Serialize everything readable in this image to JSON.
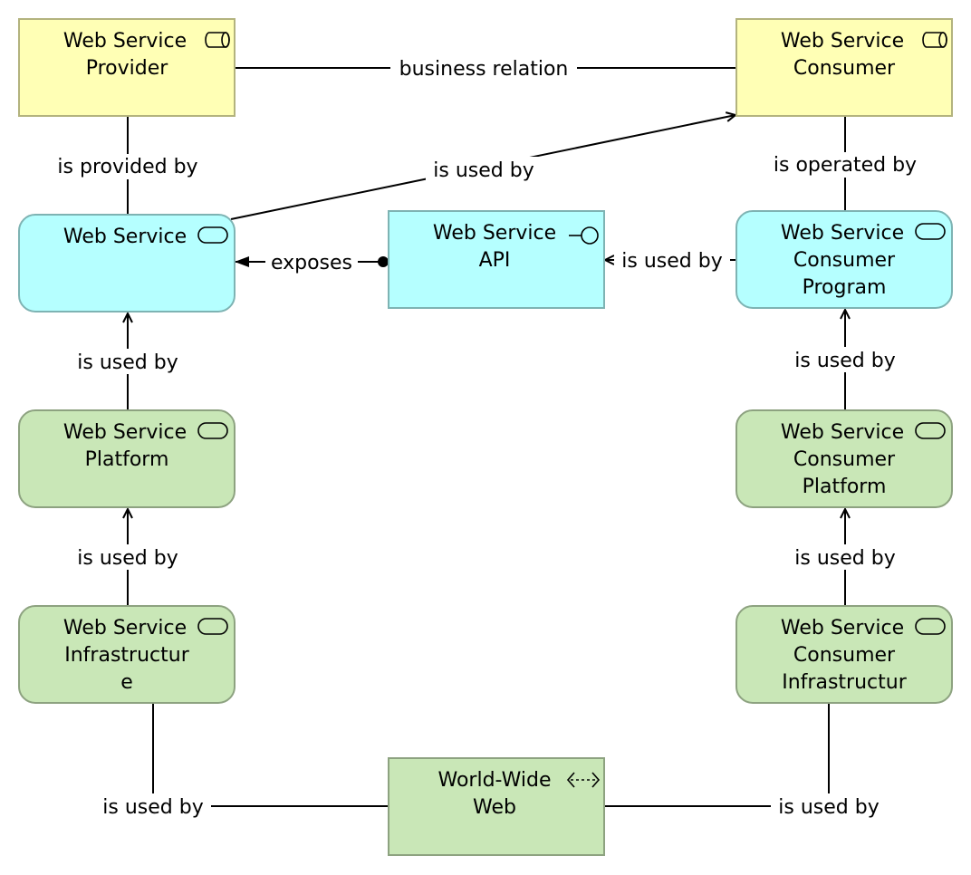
{
  "nodes": {
    "ws_provider": {
      "lines": [
        "Web Service",
        "Provider"
      ],
      "fill": "#ffffb5",
      "stroke": "#b3b37e",
      "icon": "business-role-icon"
    },
    "ws_consumer": {
      "lines": [
        "Web Service",
        "Consumer"
      ],
      "fill": "#ffffb5",
      "stroke": "#b3b37e",
      "icon": "business-role-icon"
    },
    "web_service": {
      "lines": [
        "Web Service"
      ],
      "fill": "#b5ffff",
      "stroke": "#7eb3b3",
      "icon": "application-service-icon"
    },
    "ws_api": {
      "lines": [
        "Web Service",
        "API"
      ],
      "fill": "#b5ffff",
      "stroke": "#7eb3b3",
      "icon": "application-interface-icon"
    },
    "ws_consumer_program": {
      "lines": [
        "Web Service",
        "Consumer",
        "Program"
      ],
      "fill": "#b5ffff",
      "stroke": "#7eb3b3",
      "icon": "application-service-icon"
    },
    "ws_platform": {
      "lines": [
        "Web Service",
        "Platform"
      ],
      "fill": "#c9e7b7",
      "stroke": "#8da280",
      "icon": "technology-service-icon"
    },
    "ws_consumer_platform": {
      "lines": [
        "Web Service",
        "Consumer",
        "Platform"
      ],
      "fill": "#c9e7b7",
      "stroke": "#8da280",
      "icon": "technology-service-icon"
    },
    "ws_infrastructure": {
      "lines": [
        "Web Service",
        "Infrastructur",
        "e"
      ],
      "fill": "#c9e7b7",
      "stroke": "#8da280",
      "icon": "technology-service-icon"
    },
    "ws_consumer_infrastructure": {
      "lines": [
        "Web Service",
        "Consumer",
        "Infrastructur"
      ],
      "fill": "#c9e7b7",
      "stroke": "#8da280",
      "icon": "technology-service-icon"
    },
    "www": {
      "lines": [
        "World-Wide",
        "Web"
      ],
      "fill": "#c9e7b7",
      "stroke": "#8da280",
      "icon": "communication-network-icon"
    }
  },
  "edges": {
    "business_relation": "business relation",
    "is_provided_by": "is provided by",
    "is_operated_by": "is operated by",
    "ws_used_by_consumer": "is used by",
    "exposes": "exposes",
    "api_used_by_program": "is used by",
    "platform_used_by_ws": "is used by",
    "consumer_platform_used_by_program": "is used by",
    "infra_used_by_platform": "is used by",
    "consumer_infra_used_by_platform": "is used by",
    "www_used_by_infra": "is used by",
    "www_used_by_consumer_infra": "is used by"
  }
}
